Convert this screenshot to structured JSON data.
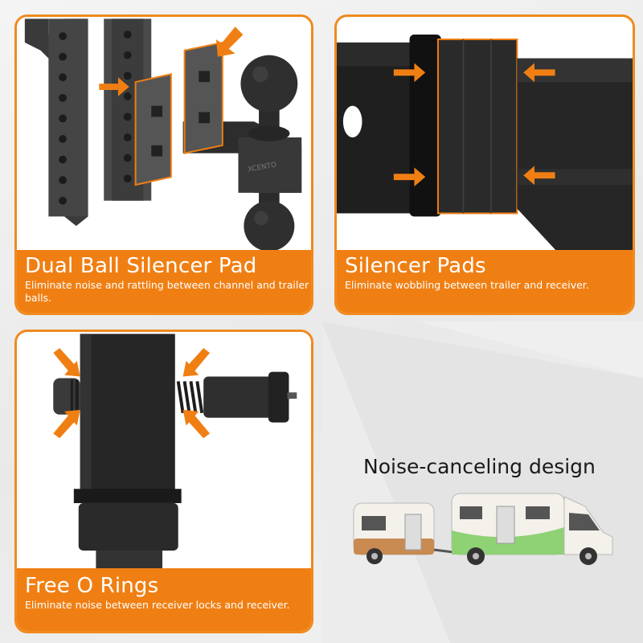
{
  "panels": [
    {
      "title": "Dual Ball Silencer Pad",
      "description": "Eliminate noise and rattling between channel and trailer balls.",
      "brand_mark": "XCENTO"
    },
    {
      "title": "Silencer Pads",
      "description": "Eliminate wobbling between trailer and receiver."
    },
    {
      "title": "Free O Rings",
      "description": "Eliminate noise between receiver locks and receiver."
    }
  ],
  "tagline": "Noise-canceling design",
  "colors": {
    "accent": "#f07f13",
    "metal_dark": "#2e2e2e",
    "motorhome_stripe": "#8fd175",
    "trailer_stripe": "#c98a52"
  },
  "icons": [
    "arrow-icon",
    "trailer-icon",
    "motorhome-icon"
  ]
}
